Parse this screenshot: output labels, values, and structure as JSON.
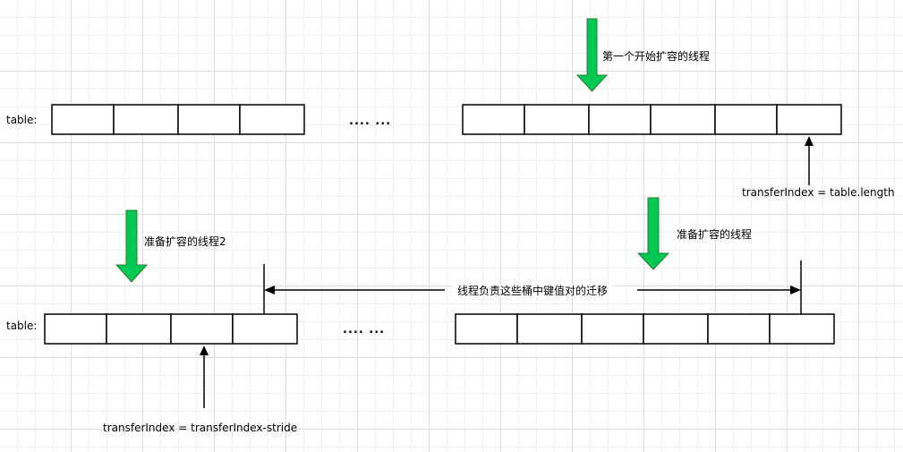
{
  "labels": {
    "table_top": "table:",
    "table_bottom": "table:",
    "dots_top": "....  ...",
    "dots_bottom": "....  ...",
    "first_thread": "第一个开始扩容的线程",
    "transfer_index_top": "transferIndex = table.length",
    "preparing_thread_2": "准备扩容的线程2",
    "preparing_thread": "准备扩容的线程",
    "span_responsibility": "线程负责这些桶中键值对的迁移",
    "transfer_index_bottom": "transferIndex = transferIndex-stride"
  },
  "colors": {
    "green_arrow_fill": "#00c853",
    "green_arrow_stroke": "#2e7d32",
    "line": "#000000"
  },
  "icons": {
    "green_arrow": "arrow-down-icon",
    "pointer_arrow": "arrow-up-icon"
  }
}
